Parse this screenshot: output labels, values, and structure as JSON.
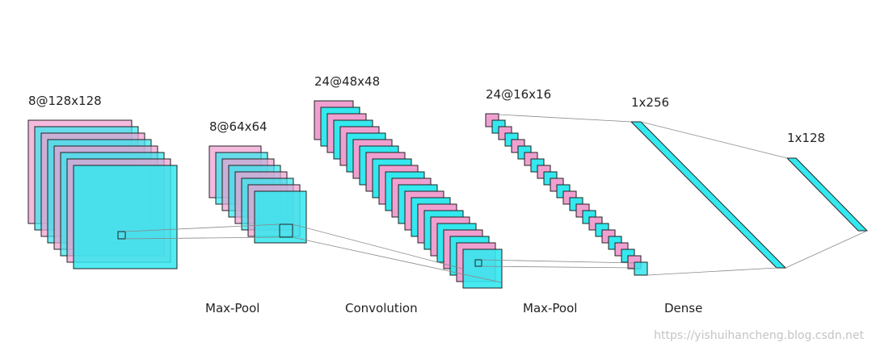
{
  "diagram": {
    "layer_labels": {
      "input": "8@128x128",
      "pool1": "8@64x64",
      "conv": "24@48x48",
      "pool2": "24@16x16",
      "dense1": "1x256",
      "dense2": "1x128"
    },
    "operation_labels": {
      "pool1": "Max-Pool",
      "conv": "Convolution",
      "pool2": "Max-Pool",
      "dense": "Dense"
    },
    "watermark": "https://yishuihancheng.blog.csdn.net",
    "stacks": {
      "input": 8,
      "pool1": 8,
      "conv": 24,
      "pool2": 24
    },
    "colors": {
      "pink": "#f0a0d0",
      "cyan": "#33e8ee",
      "stroke": "#222222",
      "connector": "#888888"
    }
  }
}
